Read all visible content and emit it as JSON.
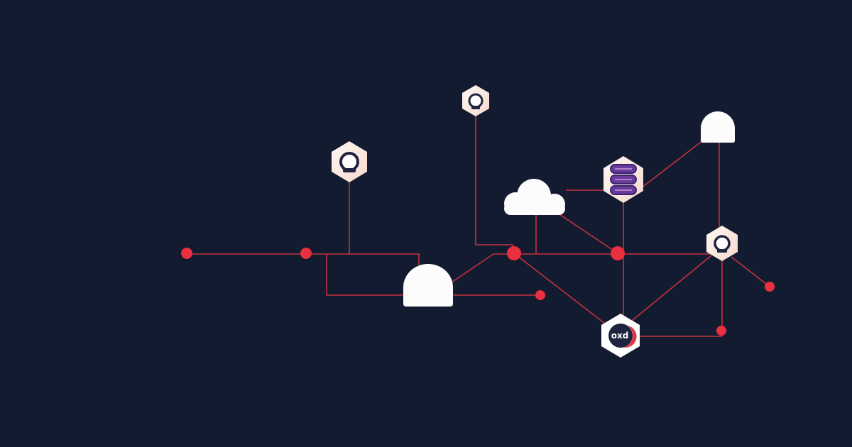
{
  "colors": {
    "background": "#131b30",
    "line": "#c2323f",
    "dot": "#e8303f",
    "node_fill": "#fdf2ec",
    "icon_dark": "#1e2440",
    "database_purple": "#6a3a9a"
  },
  "nodes": [
    {
      "type": "hexagon",
      "icon": "ring-icon"
    },
    {
      "type": "hexagon",
      "icon": "ring-icon"
    },
    {
      "type": "hexagon",
      "icon": "database-icon"
    },
    {
      "type": "hexagon",
      "icon": "ring-icon"
    },
    {
      "type": "hexagon",
      "icon": "logo-badge-icon",
      "logo_text": "oxd"
    },
    {
      "type": "cloud",
      "icon": "cloud-icon"
    },
    {
      "type": "dome",
      "icon": "dome-icon"
    },
    {
      "type": "dome",
      "icon": "dome-icon"
    }
  ]
}
